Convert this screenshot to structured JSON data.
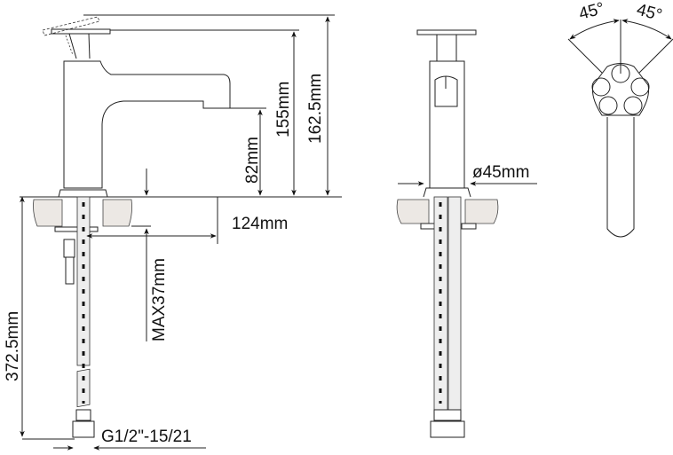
{
  "diagram": {
    "subject": "single-lever basin faucet technical drawing",
    "views": [
      "side-view",
      "front-view",
      "top-view"
    ],
    "dimensions": {
      "total_height": "162.5mm",
      "spout_top_height": "155mm",
      "spout_outlet_height": "82mm",
      "spout_reach": "124mm",
      "max_deck_thickness": "MAX37mm",
      "hose_length": "372.5mm",
      "base_diameter": "ø45mm",
      "connection_thread": "G1/2\"-15/21",
      "lever_rotation_left": "45°",
      "lever_rotation_right": "45°"
    }
  }
}
